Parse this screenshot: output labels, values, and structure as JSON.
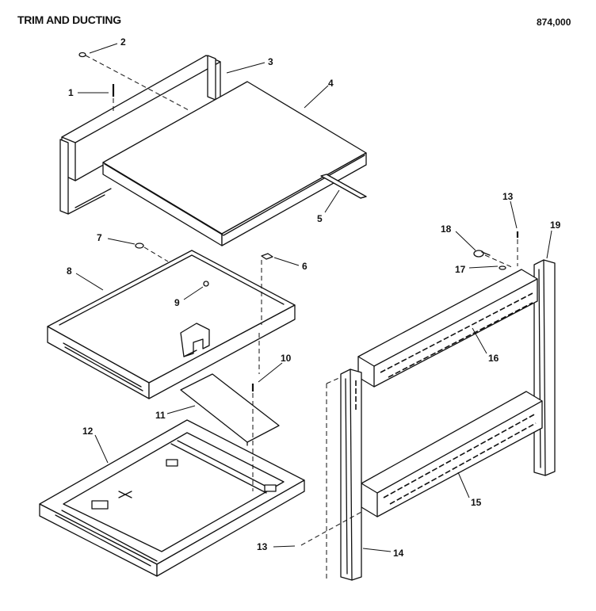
{
  "header": {
    "title": "TRIM AND DUCTING",
    "code": "874,000"
  },
  "callouts": [
    "1",
    "2",
    "3",
    "4",
    "5",
    "6",
    "7",
    "8",
    "9",
    "10",
    "11",
    "12",
    "13",
    "13",
    "14",
    "15",
    "16",
    "17",
    "18",
    "19"
  ]
}
